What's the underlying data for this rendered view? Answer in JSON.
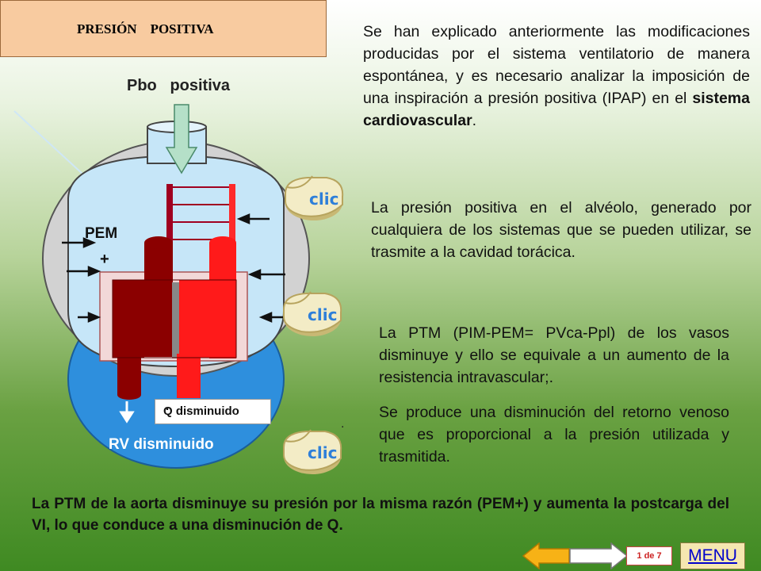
{
  "title": "PRESIÓN    POSITIVA",
  "diagram": {
    "pbo_label": "Pbo   positiva",
    "pem_label": "PEM",
    "pem_plus": "+",
    "q_label": "Q disminuido",
    "rv_label": "RV disminuido"
  },
  "paragraphs": {
    "p1_a": "Se han explicado anteriormente las modificaciones producidas por el sistema ventilatorio de manera espontánea, y es necesario analizar la imposición de una inspiración a presión positiva (IPAP) en el ",
    "p1_b": "sistema cardiovascular",
    "p1_c": ".",
    "p2": "La presión positiva en el alvéolo, generado por cualquiera de los sistemas que se pueden utilizar, se trasmite a la cavidad torácica.",
    "p3": "La PTM (PIM-PEM= PVca-Ppl) de los vasos disminuye y ello se equivale a un aumento de la resistencia intravascular;.",
    "p4": "Se produce una disminución del retorno venoso que es proporcional a la presión utilizada y trasmitida."
  },
  "bottom_text": "La PTM de la aorta  disminuye su presión por la misma razón (PEM+) y aumenta la postcarga del VI, lo que conduce a una disminución de Q.",
  "stray_dot": ".",
  "buttons": {
    "clic": [
      "clic",
      "clic",
      "clic"
    ]
  },
  "nav": {
    "page_indicator": "1 de 7",
    "menu_label": "MENU"
  },
  "colors": {
    "title_bg": "#f8cba0",
    "accent_red": "#ff1a1a",
    "dark_red": "#8b0000",
    "thorax_blue": "#c6e6f8",
    "menu_text": "#0000cc"
  }
}
